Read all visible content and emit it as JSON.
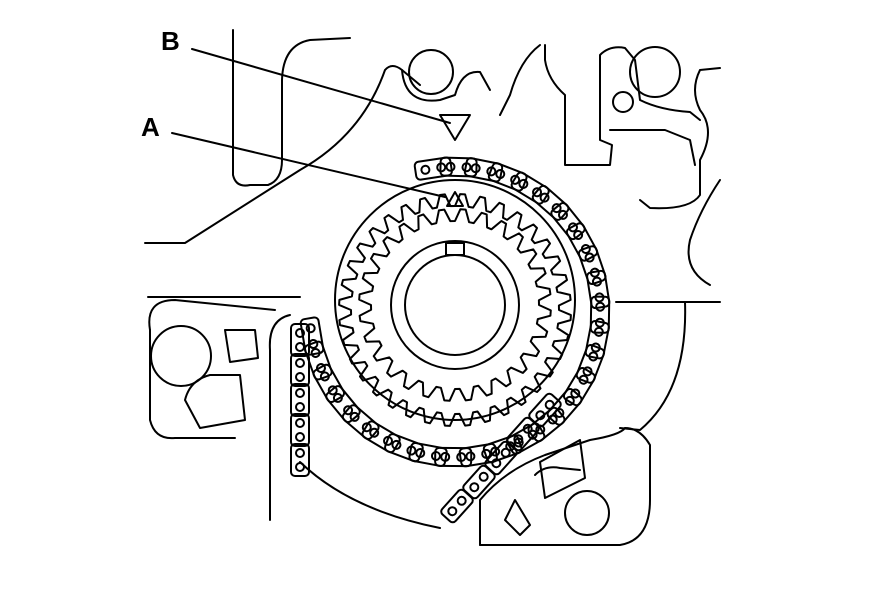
{
  "callouts": {
    "a": {
      "label": "A",
      "meaning": "sprocket-mark-triangle"
    },
    "b": {
      "label": "B",
      "meaning": "chain-mark-triangle"
    }
  },
  "colors": {
    "line": "#000000",
    "background": "#ffffff"
  }
}
